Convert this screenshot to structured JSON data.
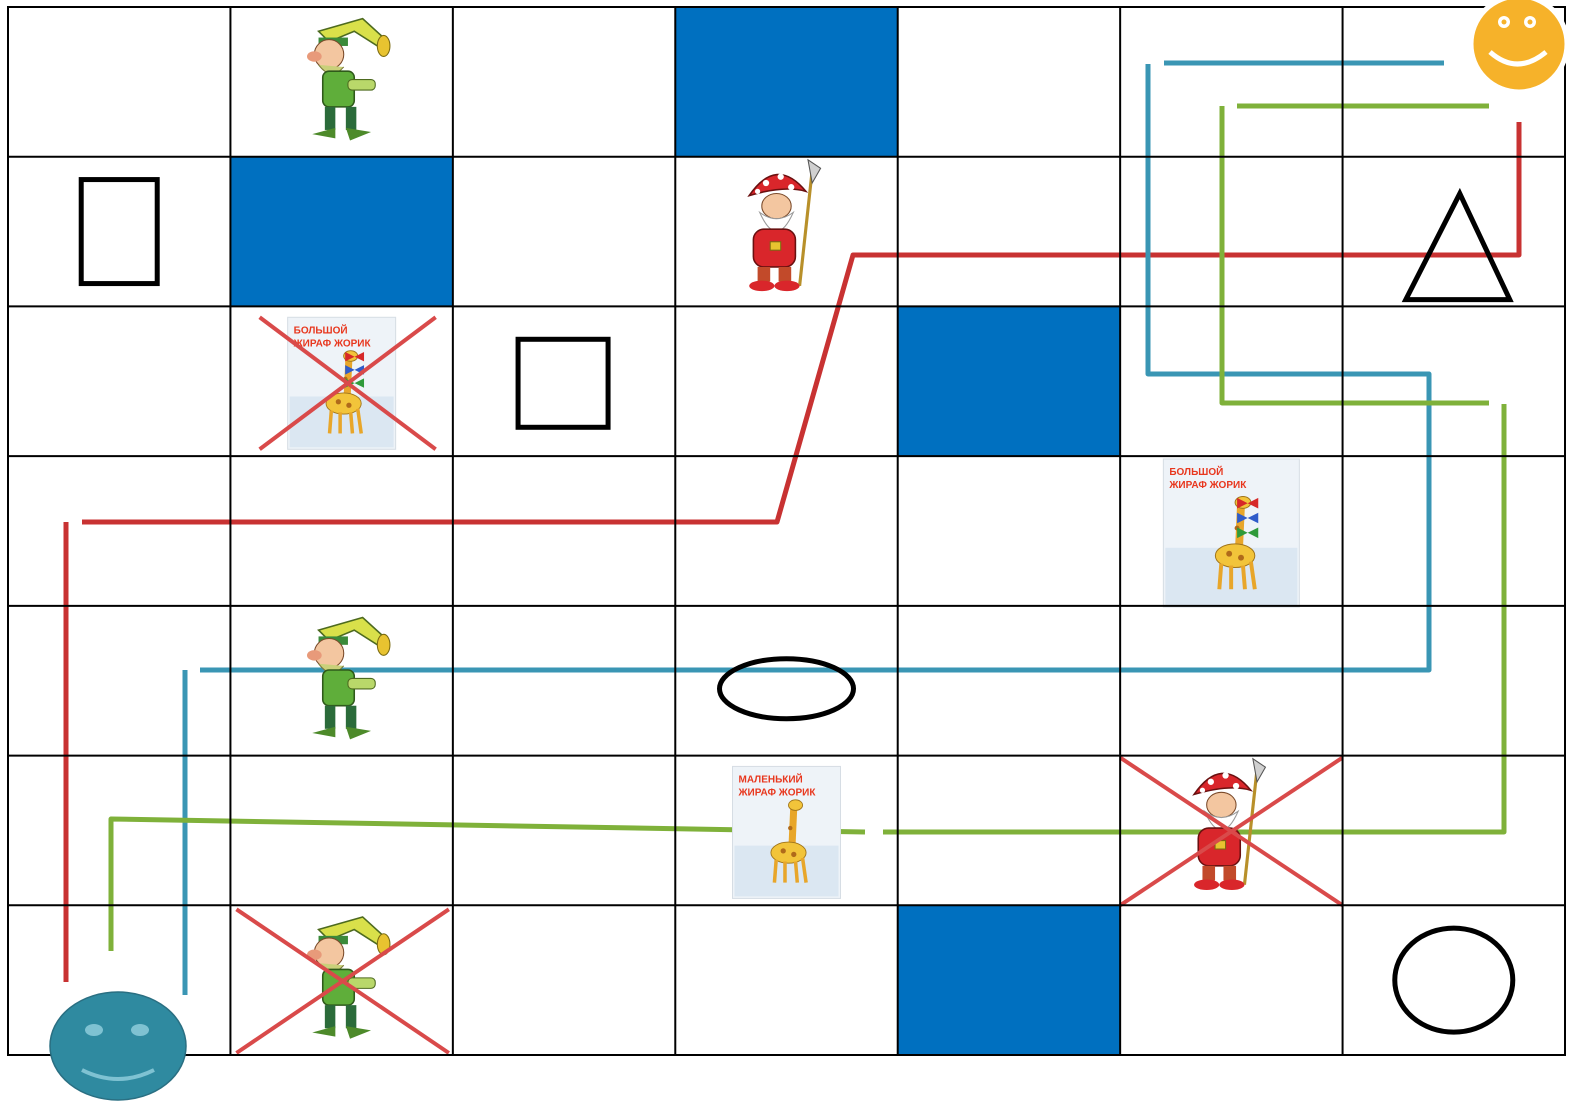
{
  "board": {
    "columns": 7,
    "rows": 7,
    "blocked_cells": [
      {
        "col": 3,
        "row": 0
      },
      {
        "col": 1,
        "row": 1
      },
      {
        "col": 4,
        "row": 2
      },
      {
        "col": 4,
        "row": 6
      }
    ]
  },
  "colors": {
    "grid_line": "#000000",
    "blocked": "#0070c0",
    "route_red": "#c83232",
    "route_blue": "#3a96b4",
    "route_green": "#7fb13a",
    "cross": "#d94a4a",
    "start_face": "#2f8aa0",
    "finish_face": "#f6b22a"
  },
  "pieces": {
    "gnomes_green": [
      {
        "col": 1,
        "row": 0,
        "crossed": false
      },
      {
        "col": 1,
        "row": 4,
        "crossed": false
      },
      {
        "col": 1,
        "row": 6,
        "crossed": true
      }
    ],
    "gnomes_red": [
      {
        "col": 3,
        "row": 1,
        "crossed": false
      },
      {
        "col": 5,
        "row": 5,
        "crossed": true
      }
    ],
    "giraffe_cards": [
      {
        "col": 1,
        "row": 2,
        "label_line1": "БОЛЬШОЙ",
        "label_line2": "ЖИРАФ ЖОРИК",
        "crossed": true
      },
      {
        "col": 5,
        "row": 3,
        "label_line1": "БОЛЬШОЙ",
        "label_line2": "ЖИРАФ ЖОРИК",
        "crossed": false
      },
      {
        "col": 3,
        "row": 5,
        "label_line1": "МАЛЕНЬКИЙ",
        "label_line2": "ЖИРАФ ЖОРИК",
        "crossed": false
      }
    ],
    "shapes": [
      {
        "kind": "rectangle-outline",
        "col": 0,
        "row": 1
      },
      {
        "kind": "square-outline",
        "col": 2,
        "row": 2
      },
      {
        "kind": "triangle-outline",
        "col": 6,
        "row": 1
      },
      {
        "kind": "ellipse-outline",
        "col": 3,
        "row": 4
      },
      {
        "kind": "circle-outline",
        "col": 6,
        "row": 6
      }
    ]
  },
  "icons": {
    "start": "smiley-face-icon",
    "finish": "smiley-face-icon"
  }
}
